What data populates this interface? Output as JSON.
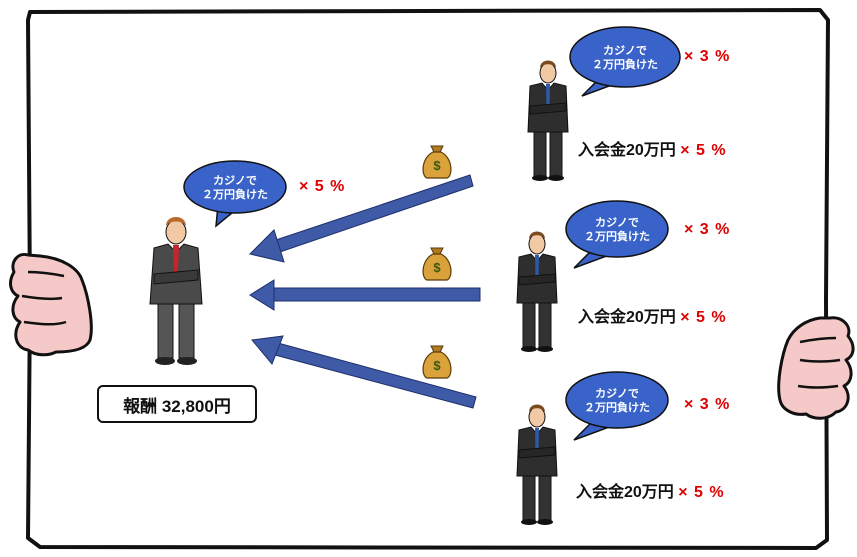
{
  "center": {
    "bubble_line1": "カジノで",
    "bubble_line2": "２万円負けた",
    "multiplier": "× 5 %",
    "reward": "報酬 32,800円"
  },
  "members": [
    {
      "bubble_line1": "カジノで",
      "bubble_line2": "２万円負けた",
      "loss_multiplier": "× 3 %",
      "deposit_label": "入会金20万円",
      "deposit_multiplier": "× 5 %"
    },
    {
      "bubble_line1": "カジノで",
      "bubble_line2": "２万円負けた",
      "loss_multiplier": "× 3 %",
      "deposit_label": "入会金20万円",
      "deposit_multiplier": "× 5 %"
    },
    {
      "bubble_line1": "カジノで",
      "bubble_line2": "２万円負けた",
      "loss_multiplier": "× 3 %",
      "deposit_label": "入会金20万円",
      "deposit_multiplier": "× 5 %"
    }
  ],
  "colors": {
    "bubble": "#3a63c9",
    "arrow": "#3f5ba8",
    "accent_red": "#e00000",
    "skin": "#f6c9c9"
  },
  "icons": [
    "money-bag-icon",
    "money-bag-icon",
    "money-bag-icon"
  ]
}
